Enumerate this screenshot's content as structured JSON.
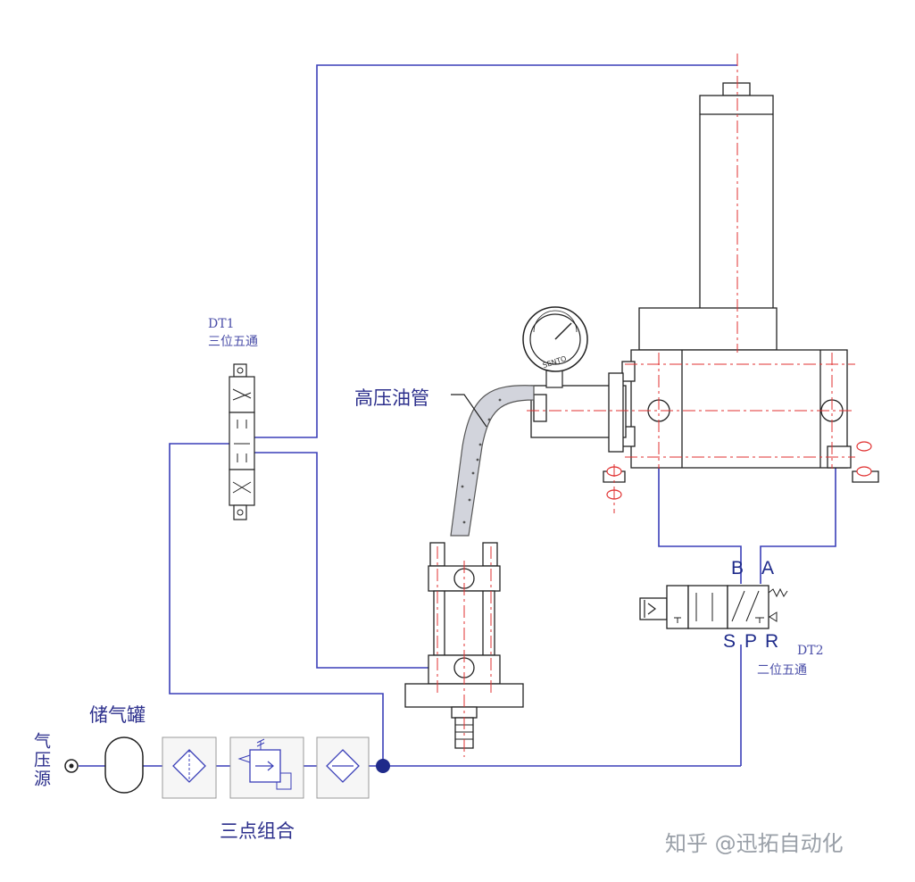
{
  "labels": {
    "air_source": "气压源",
    "tank": "储气罐",
    "frl": "三点组合",
    "high_pressure_tube": "高压油管",
    "dt1_id": "DT1",
    "dt1_type": "三位五通",
    "dt2_id": "DT2",
    "dt2_type": "二位五通",
    "gauge_brand": "SENTO"
  },
  "ports": {
    "b": "B",
    "a": "A",
    "s": "S",
    "p": "P",
    "r": "R"
  },
  "watermark": "知乎 @迅拓自动化",
  "colors": {
    "pipe": "#3a3fb8",
    "centerline": "#e03030",
    "outline": "#222222",
    "label_blue": "#2c2f8c",
    "junction": "#1f2a8a"
  }
}
